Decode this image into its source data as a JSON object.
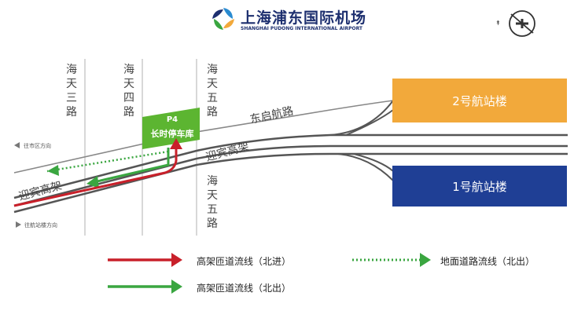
{
  "header": {
    "logo_cn": "上海浦东国际机场",
    "logo_en": "SHANGHAI PUDONG INTERNATIONAL AIRPORT"
  },
  "icons": {
    "logo": "pudong-airport-logo-icon",
    "airplane": "airplane-icon",
    "north": "north-compass-icon"
  },
  "roads": {
    "haitian_3": "海天三路",
    "haitian_4": "海天四路",
    "haitian_5_top": "海天五路",
    "haitian_5_bottom": "海天五路",
    "dongqi": "东启航路",
    "yingbin_right": "迎宾高架",
    "yingbin_left": "迎宾高架"
  },
  "directions": {
    "to_city": "往市区方向",
    "to_terminal": "往航站楼方向"
  },
  "terminals": {
    "t2": "2号航站楼",
    "t1": "1号航站楼"
  },
  "parking": {
    "code": "P4",
    "name": "长时停车库"
  },
  "legend": {
    "red": "高架匝道流线（北进）",
    "green": "高架匝道流线（北出）",
    "dotted": "地面道路流线（北出）"
  },
  "colors": {
    "red_route": "#c8202a",
    "green_route": "#3aa640",
    "t2_fill": "#f2a93b",
    "t1_fill": "#1f3f95",
    "parking_fill": "#5cb531",
    "brand": "#1d2f6f"
  }
}
